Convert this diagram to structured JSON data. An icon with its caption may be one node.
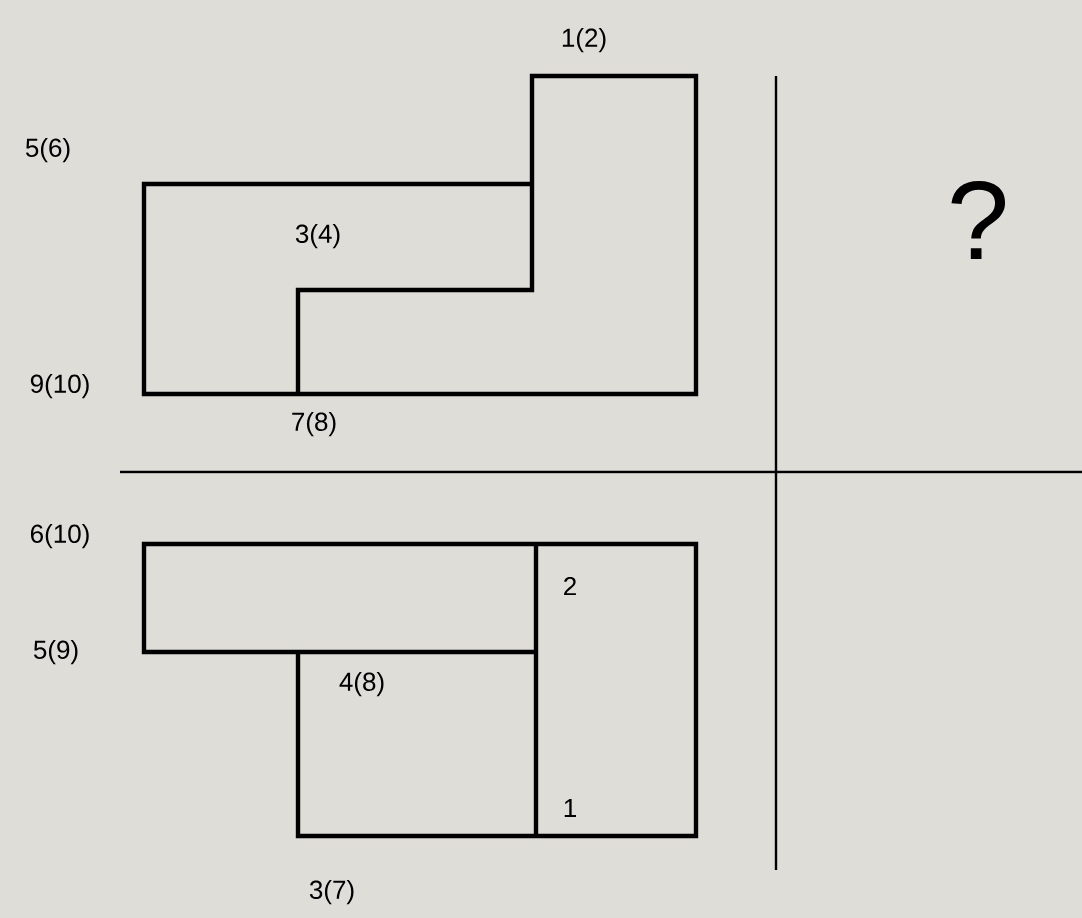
{
  "diagram": {
    "labels": [
      "1(2)",
      "5(6)",
      "?",
      "3(4)",
      "9(10)",
      "7(8)",
      "6(10)",
      "2",
      "5(9)",
      "4(8)",
      "1",
      "3(7)"
    ]
  }
}
